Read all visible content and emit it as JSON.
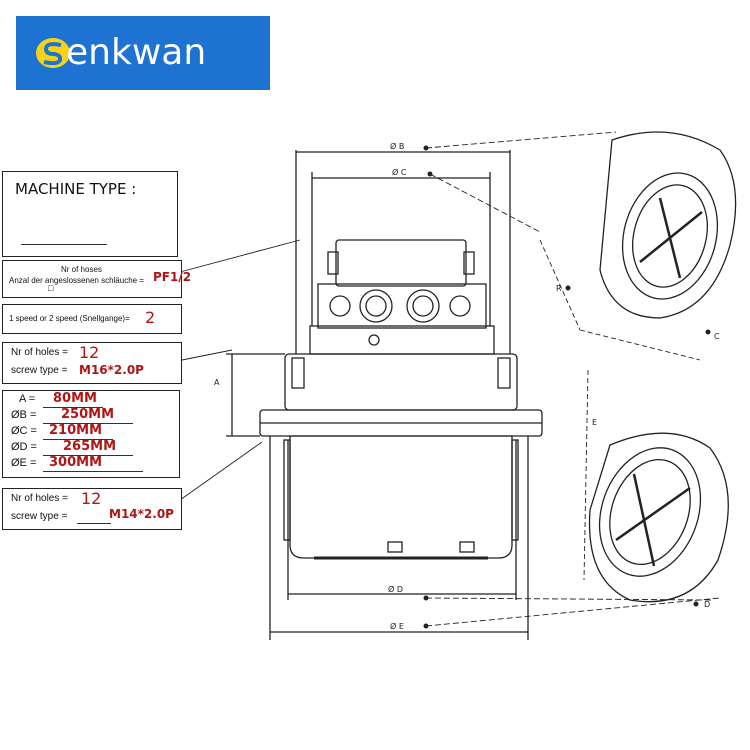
{
  "brand": {
    "name": "enkwan",
    "initial": "S"
  },
  "colors": {
    "brand_blue": "#1d72d2",
    "logo_yellow": "#f5d417",
    "value_red": "#b01515"
  },
  "machine": {
    "label": "MACHINE TYPE :"
  },
  "hoses": {
    "title": "Nr of hoses",
    "sub": "Anzal der angeslossenen schläuche =",
    "value": "PF1/2"
  },
  "speed": {
    "label": "1 speed or 2 speed (Snellgange)=",
    "value": "2"
  },
  "holes_top": {
    "holes_label": "Nr of holes =",
    "holes_value": "12",
    "screw_label": "screw type =",
    "screw_value": "M16*2.0P"
  },
  "dims": [
    {
      "label": "A =",
      "value": "80MM"
    },
    {
      "label": "ØB =",
      "value": "250MM"
    },
    {
      "label": "ØC =",
      "value": "210MM"
    },
    {
      "label": "ØD =",
      "value": "265MM"
    },
    {
      "label": "ØE =",
      "value": "300MM"
    }
  ],
  "holes_bottom": {
    "holes_label": "Nr of holes =",
    "holes_value": "12",
    "screw_label": "screw type =",
    "screw_value": "M14*2.0P"
  },
  "drawing": {
    "label_B": "Ø B",
    "label_C": "Ø C",
    "label_D": "Ø D",
    "label_E": "Ø E",
    "label_A": "A",
    "label_R": "R",
    "label_C2": "C",
    "label_E2": "E",
    "label_D2": "D"
  }
}
